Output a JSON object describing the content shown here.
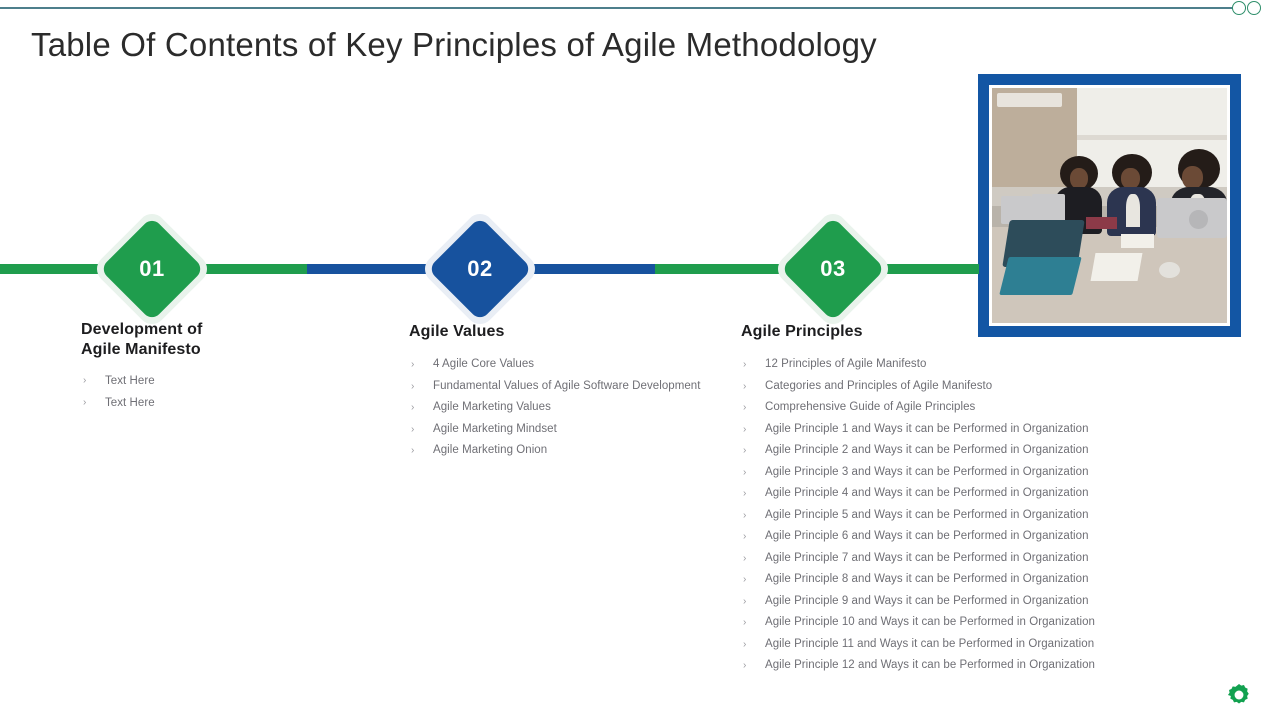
{
  "header": {
    "title": "Table Of Contents of Key Principles of Agile Methodology",
    "rule_color": "#4e7f8c",
    "ring_icon_1": "circle-outline-icon",
    "ring_icon_2": "circle-outline-icon"
  },
  "theme": {
    "green": "#1f9d4d",
    "blue": "#17529e",
    "text_dark": "#1d1d1f",
    "text_muted": "#6f6f75",
    "bullet_glyph": "›"
  },
  "photo": {
    "alt": "three women in a meeting room working on laptops around a wooden table",
    "frame_color": "#1356a4"
  },
  "timeline": {
    "nodes": [
      {
        "number": "01",
        "color": "green"
      },
      {
        "number": "02",
        "color": "blue"
      },
      {
        "number": "03",
        "color": "green"
      }
    ]
  },
  "columns": [
    {
      "heading": "Development of\nAgile Manifesto",
      "heading_line_1": "Development of",
      "heading_line_2": "Agile Manifesto",
      "bullets": [
        "Text Here",
        "Text Here"
      ]
    },
    {
      "heading": "Agile Values",
      "bullets": [
        "4 Agile Core Values",
        "Fundamental Values of Agile Software Development",
        "Agile Marketing Values",
        "Agile Marketing Mindset",
        "Agile Marketing Onion"
      ]
    },
    {
      "heading": "Agile Principles",
      "bullets": [
        "12 Principles of Agile Manifesto",
        "Categories and Principles of Agile Manifesto",
        "Comprehensive Guide of Agile Principles",
        "Agile Principle 1 and Ways it can be Performed in Organization",
        "Agile Principle 2 and Ways it can be Performed in Organization",
        "Agile Principle 3 and Ways it can be Performed in Organization",
        "Agile Principle 4 and Ways it can be Performed in Organization",
        "Agile Principle 5 and Ways it can be Performed in Organization",
        "Agile Principle 6 and Ways it can be Performed in Organization",
        "Agile Principle 7 and Ways it can be Performed in Organization",
        "Agile Principle 8 and Ways it can be Performed in Organization",
        "Agile Principle 9 and Ways it can be Performed in Organization",
        "Agile Principle 10 and Ways it can be Performed in Organization",
        "Agile Principle 11 and Ways it can be Performed in Organization",
        "Agile Principle 12 and Ways it can be Performed in Organization"
      ]
    }
  ],
  "footer": {
    "gear_icon": "gear-icon",
    "gear_color": "#12a150"
  }
}
